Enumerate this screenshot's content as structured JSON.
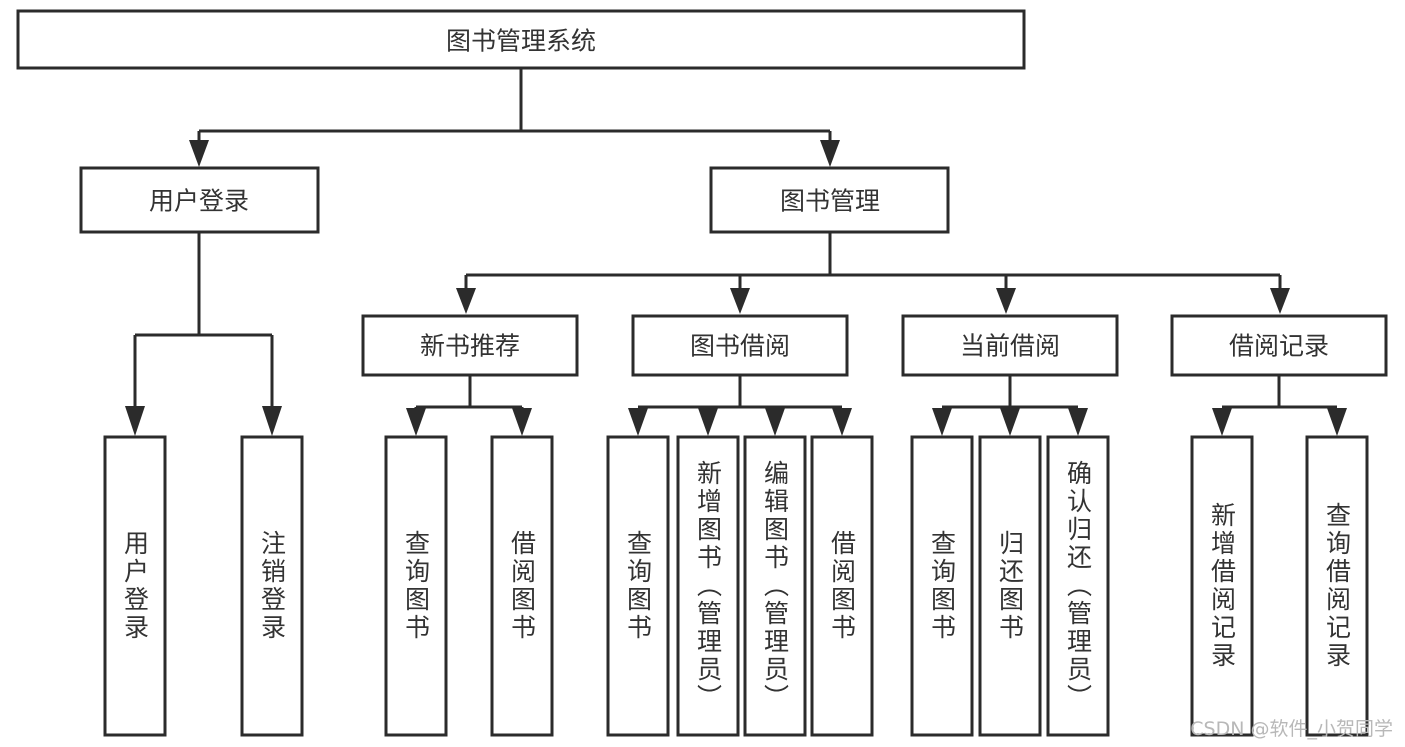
{
  "diagram": {
    "title": "图书管理系统",
    "type": "hierarchy-tree",
    "root": {
      "id": "root",
      "label": "图书管理系统",
      "orientation": "horizontal"
    },
    "level2": [
      {
        "id": "user-login",
        "label": "用户登录",
        "orientation": "horizontal"
      },
      {
        "id": "book-management",
        "label": "图书管理",
        "orientation": "horizontal"
      }
    ],
    "level3": [
      {
        "id": "new-book-recommend",
        "label": "新书推荐",
        "orientation": "horizontal",
        "parent": "book-management"
      },
      {
        "id": "book-borrow",
        "label": "图书借阅",
        "orientation": "horizontal",
        "parent": "book-management"
      },
      {
        "id": "current-borrow",
        "label": "当前借阅",
        "orientation": "horizontal",
        "parent": "book-management"
      },
      {
        "id": "borrow-record",
        "label": "借阅记录",
        "orientation": "horizontal",
        "parent": "book-management"
      }
    ],
    "leaves": [
      {
        "id": "leaf-user-login",
        "label": "用户登录",
        "orientation": "vertical",
        "parent": "user-login"
      },
      {
        "id": "leaf-user-logout",
        "label": "注销登录",
        "orientation": "vertical",
        "parent": "user-login"
      },
      {
        "id": "leaf-query-book-1",
        "label": "查询图书",
        "orientation": "vertical",
        "parent": "new-book-recommend"
      },
      {
        "id": "leaf-borrow-book-1",
        "label": "借阅图书",
        "orientation": "vertical",
        "parent": "new-book-recommend"
      },
      {
        "id": "leaf-query-book-2",
        "label": "查询图书",
        "orientation": "vertical",
        "parent": "book-borrow"
      },
      {
        "id": "leaf-add-book",
        "label": "新增图书（管理员）",
        "orientation": "vertical",
        "parent": "book-borrow"
      },
      {
        "id": "leaf-edit-book",
        "label": "编辑图书（管理员）",
        "orientation": "vertical",
        "parent": "book-borrow"
      },
      {
        "id": "leaf-borrow-book-2",
        "label": "借阅图书",
        "orientation": "vertical",
        "parent": "book-borrow"
      },
      {
        "id": "leaf-query-book-3",
        "label": "查询图书",
        "orientation": "vertical",
        "parent": "current-borrow"
      },
      {
        "id": "leaf-return-book",
        "label": "归还图书",
        "orientation": "vertical",
        "parent": "current-borrow"
      },
      {
        "id": "leaf-confirm-return",
        "label": "确认归还（管理员）",
        "orientation": "vertical",
        "parent": "current-borrow"
      },
      {
        "id": "leaf-add-record",
        "label": "新增借阅记录",
        "orientation": "vertical",
        "parent": "borrow-record"
      },
      {
        "id": "leaf-query-record",
        "label": "查询借阅记录",
        "orientation": "vertical",
        "parent": "borrow-record"
      }
    ]
  },
  "watermark": {
    "text": "CSDN @软件_小贺同学"
  },
  "colors": {
    "stroke": "#2b2b2b",
    "fill": "#ffffff",
    "text": "#333333",
    "watermark": "#b8b8b8",
    "background": "#ffffff"
  }
}
